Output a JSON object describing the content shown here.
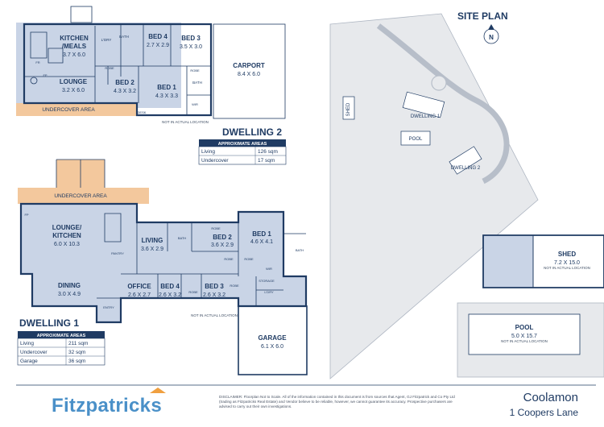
{
  "dwelling2": {
    "title": "DWELLING 2",
    "rooms": {
      "kitchen_a": "KITCHEN",
      "kitchen_b": "/MEALS",
      "kitchen_dim": "3.7 X 6.0",
      "lounge": "LOUNGE",
      "lounge_dim": "3.2 X 6.0",
      "bed4": "BED 4",
      "bed4_dim": "2.7 X 2.9",
      "bed3": "BED 3",
      "bed3_dim": "3.5 X 3.0",
      "bed2": "BED 2",
      "bed2_dim": "4.3 X 3.2",
      "bed1": "BED 1",
      "bed1_dim": "4.3 X 3.3",
      "ldry": "L'DRY",
      "bath": "BATH",
      "bath2": "BATH",
      "robe1": "ROBE",
      "robe2": "ROBE",
      "wir": "WIR",
      "desk": "DESK",
      "fp": "FP",
      "fr": "FR"
    },
    "undercover": "UNDERCOVER AREA",
    "carport": "CARPORT",
    "carport_dim": "8.4 X 6.0",
    "not_in_location": "NOT IN ACTUAL LOCATION",
    "areas_header": "APPROXIMATE AREAS",
    "areas": [
      {
        "label": "Living",
        "value": "126 sqm"
      },
      {
        "label": "Undercover",
        "value": "17 sqm"
      }
    ]
  },
  "dwelling1": {
    "title": "DWELLING 1",
    "rooms": {
      "lounge_a": "LOUNGE/",
      "lounge_b": "KITCHEN",
      "lounge_dim": "6.0 X 10.3",
      "dining": "DINING",
      "dining_dim": "3.0 X 4.9",
      "living": "LIVING",
      "living_dim": "3.6 X 2.9",
      "bed2": "BED 2",
      "bed2_dim": "3.6 X 2.9",
      "bed1": "BED 1",
      "bed1_dim": "4.6 X 4.1",
      "office": "OFFICE",
      "office_dim": "2.6 X 2.7",
      "bed4": "BED 4",
      "bed4_dim": "2.6 X 3.2",
      "bed3": "BED 3",
      "bed3_dim": "2.6 X 3.2",
      "entry": "ENTRY",
      "pantry": "PANTRY",
      "storage": "STORAGE",
      "ldry": "L'DRY",
      "bath": "BATH",
      "bath2": "BATH",
      "robe1": "ROBE",
      "robe2": "ROBE",
      "robe3": "ROBE",
      "robe4": "ROBE",
      "robe5": "ROBE",
      "wir": "WIR",
      "fp": "FP"
    },
    "undercover": "UNDERCOVER AREA",
    "garage": "GARAGE",
    "garage_dim": "6.1 X 6.0",
    "not_in_location": "NOT IN ACTUAL LOCATION",
    "areas_header": "APPROXIMATE AREAS",
    "areas": [
      {
        "label": "Living",
        "value": "211 sqm"
      },
      {
        "label": "Undercover",
        "value": "32 sqm"
      },
      {
        "label": "Garage",
        "value": "36 sqm"
      }
    ]
  },
  "site_plan": {
    "title": "SITE PLAN",
    "north": "N",
    "labels": {
      "shed": "SHED",
      "dwelling1": "DWELLING 1",
      "pool": "POOL",
      "dwelling2": "DWELLING 2"
    }
  },
  "shed": {
    "title": "SHED",
    "dim": "7.2 X 15.0",
    "note": "NOT IN ACTUAL LOCATION"
  },
  "pool": {
    "title": "POOL",
    "dim": "5.0 X 15.7",
    "note": "NOT IN ACTUAL LOCATION"
  },
  "footer": {
    "brand": "Fitzpatricks",
    "disclaimer": "DISCLAIMER: Floorplan Not to Scale. All of the information contained in this document is from sources that Agent, GJ Fitzpatrick and Co Pty Ltd (trading as Fitzpatricks Real Estate) and Vendor believe to be reliable, however, we cannot guarantee its accuracy. Prospective purchasers are advised to carry out their own investigations.",
    "town": "Coolamon",
    "street": "1 Coopers Lane"
  },
  "colors": {
    "navy": "#1f3b63",
    "floor": "#c9d4e6",
    "undercover": "#f3c89d",
    "brand": "#4a90c8",
    "grass": "#e7e9ec"
  }
}
